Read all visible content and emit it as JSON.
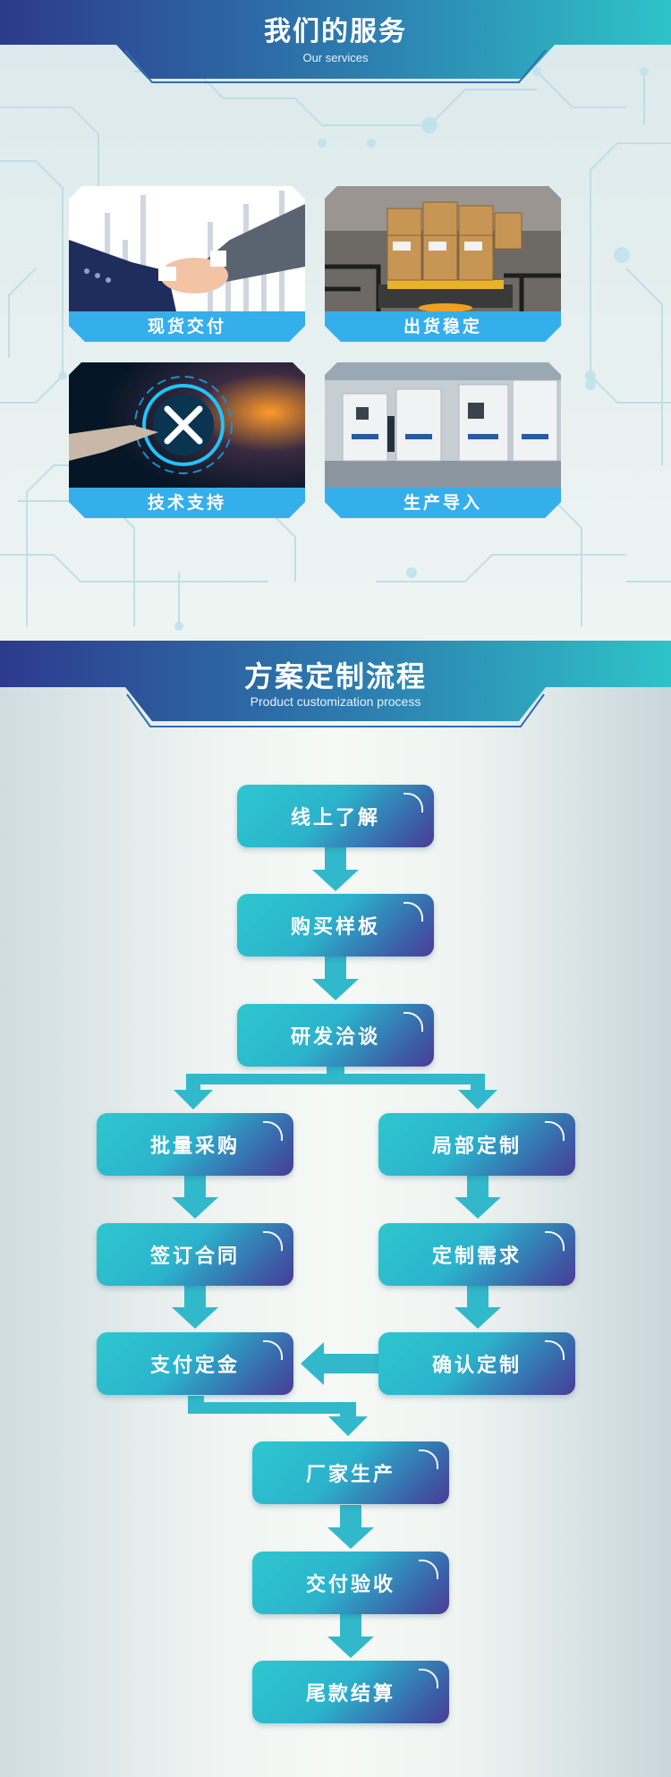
{
  "services": {
    "title": "我们的服务",
    "subtitle": "Our services",
    "cards": [
      {
        "label": "现货交付",
        "image": "handshake-image"
      },
      {
        "label": "出货稳定",
        "image": "warehouse-boxes-image"
      },
      {
        "label": "技术支持",
        "image": "tech-tools-image"
      },
      {
        "label": "生产导入",
        "image": "factory-line-image"
      }
    ]
  },
  "process": {
    "title": "方案定制流程",
    "subtitle": "Product customization process",
    "steps": {
      "online": "线上了解",
      "sample": "购买样板",
      "negotiate": "研发洽谈",
      "bulk": "批量采购",
      "partial": "局部定制",
      "contract": "签订合同",
      "requirements": "定制需求",
      "deposit": "支付定金",
      "confirm": "确认定制",
      "production": "厂家生产",
      "acceptance": "交付验收",
      "settlement": "尾款结算"
    }
  },
  "colors": {
    "banner_dark": "#2d3a8c",
    "banner_light": "#2ec3c8",
    "card_label": "#35aeec",
    "arrow": "#31b9cb"
  }
}
